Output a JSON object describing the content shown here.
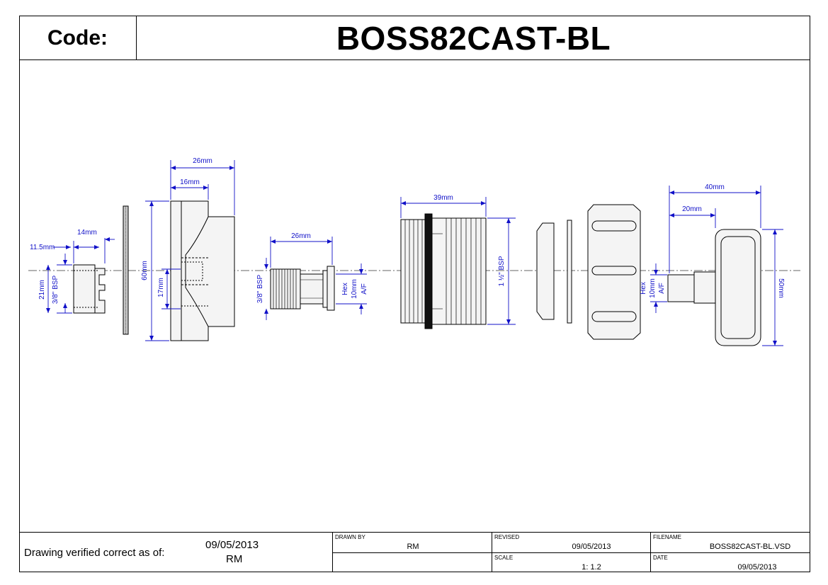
{
  "header": {
    "code_label": "Code:",
    "code_value": "BOSS82CAST-BL"
  },
  "dimensions": {
    "d_11_5": "11.5mm",
    "d_14": "14mm",
    "d_21": "21mm",
    "d_bsp38_a": "3/8\" BSP",
    "d_26a": "26mm",
    "d_16": "16mm",
    "d_60": "60mm",
    "d_17": "17mm",
    "d_26b": "26mm",
    "d_bsp38_b": "3/8\" BSP",
    "d_hex_a": "Hex",
    "d_10_a": "10mm",
    "d_af_a": "A/F",
    "d_39": "39mm",
    "d_bsp112": "1 ½\" BSP",
    "d_40": "40mm",
    "d_20": "20mm",
    "d_hex_b": "Hex",
    "d_10_b": "10mm",
    "d_af_b": "A/F",
    "d_50": "50mm"
  },
  "footer": {
    "verified_label": "Drawing verified  correct as of:",
    "verified_date": "09/05/2013",
    "verified_by": "RM",
    "drawn_by_label": "DRAWN BY",
    "drawn_by": "RM",
    "revised_label": "REVISED",
    "revised": "09/05/2013",
    "scale_label": "SCALE",
    "scale": "1: 1.2",
    "filename_label": "FILENAME",
    "filename": "BOSS82CAST-BL.VSD",
    "date_label": "DATE",
    "date": "09/05/2013"
  },
  "colors": {
    "dimension": "#1010c8",
    "line": "#000000"
  }
}
